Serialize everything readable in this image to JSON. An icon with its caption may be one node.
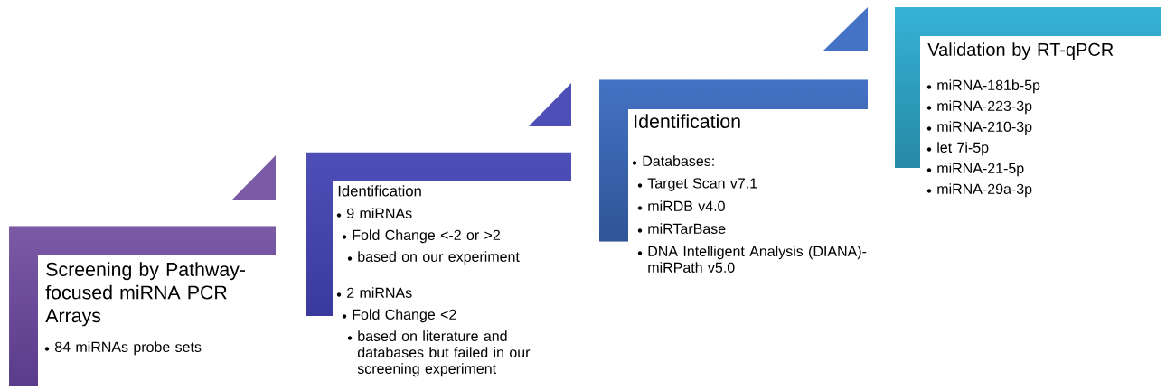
{
  "diagram": {
    "nodes": [
      {
        "text": [
          "Screening by Pathway-focused miRNA PCR Arrays",
          "84 miRNAs probe sets"
        ]
      },
      {
        "text": [
          "Identification",
          "9 miRNAs",
          "Fold Change <-2 or >2",
          "based on our experiment",
          "2 miRNAs",
          "Fold Change <2",
          "based on literature and databases but failed in our screening experiment"
        ]
      },
      {
        "text": [
          "Identification",
          "Databases:",
          "Target Scan v7.1",
          "miRDB v4.0",
          "miRTarBase",
          "DNA Intelligent Analysis (DIANA)-miRPath v5.0"
        ]
      },
      {
        "text": [
          "Validation by RT-qPCR",
          "miRNA-181b-5p",
          "miRNA-223-3p",
          "miRNA-210-3p",
          "let 7i-5p",
          "miRNA-21-5p",
          "miRNA-29a-3p"
        ]
      }
    ]
  }
}
